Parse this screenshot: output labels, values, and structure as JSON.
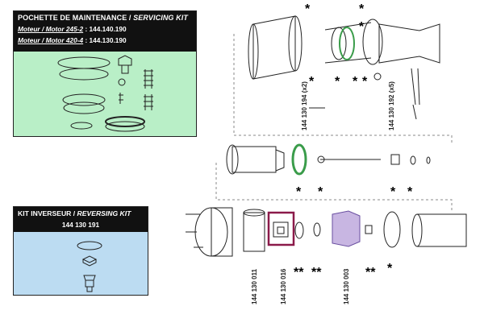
{
  "servicing_kit": {
    "title_fr": "POCHETTE DE MAINTENANCE / ",
    "title_en": "SERVICING KIT",
    "rows": [
      {
        "label": "Moteur / Motor 245-2",
        "value": " : 144.140.190"
      },
      {
        "label": "Moteur / Motor 420-4",
        "value": " : 144.130.190"
      }
    ]
  },
  "reversing_kit": {
    "title_fr": "KIT INVERSEUR / ",
    "title_en": "REVERSING KIT",
    "ref": "144 130 191"
  },
  "callouts": {
    "star": "*",
    "double_star": "**",
    "p_194": "144 130 194 (x2)",
    "p_192": "144 130 192 (x5)",
    "p_011": "144 130 011",
    "p_016": "144 130 016",
    "p_003": "144 130 003"
  },
  "colors": {
    "servicing_bg": "#b9efc7",
    "reversing_bg": "#bcdcf2",
    "highlight": "#8b1a4a",
    "dashed": "#888888"
  }
}
